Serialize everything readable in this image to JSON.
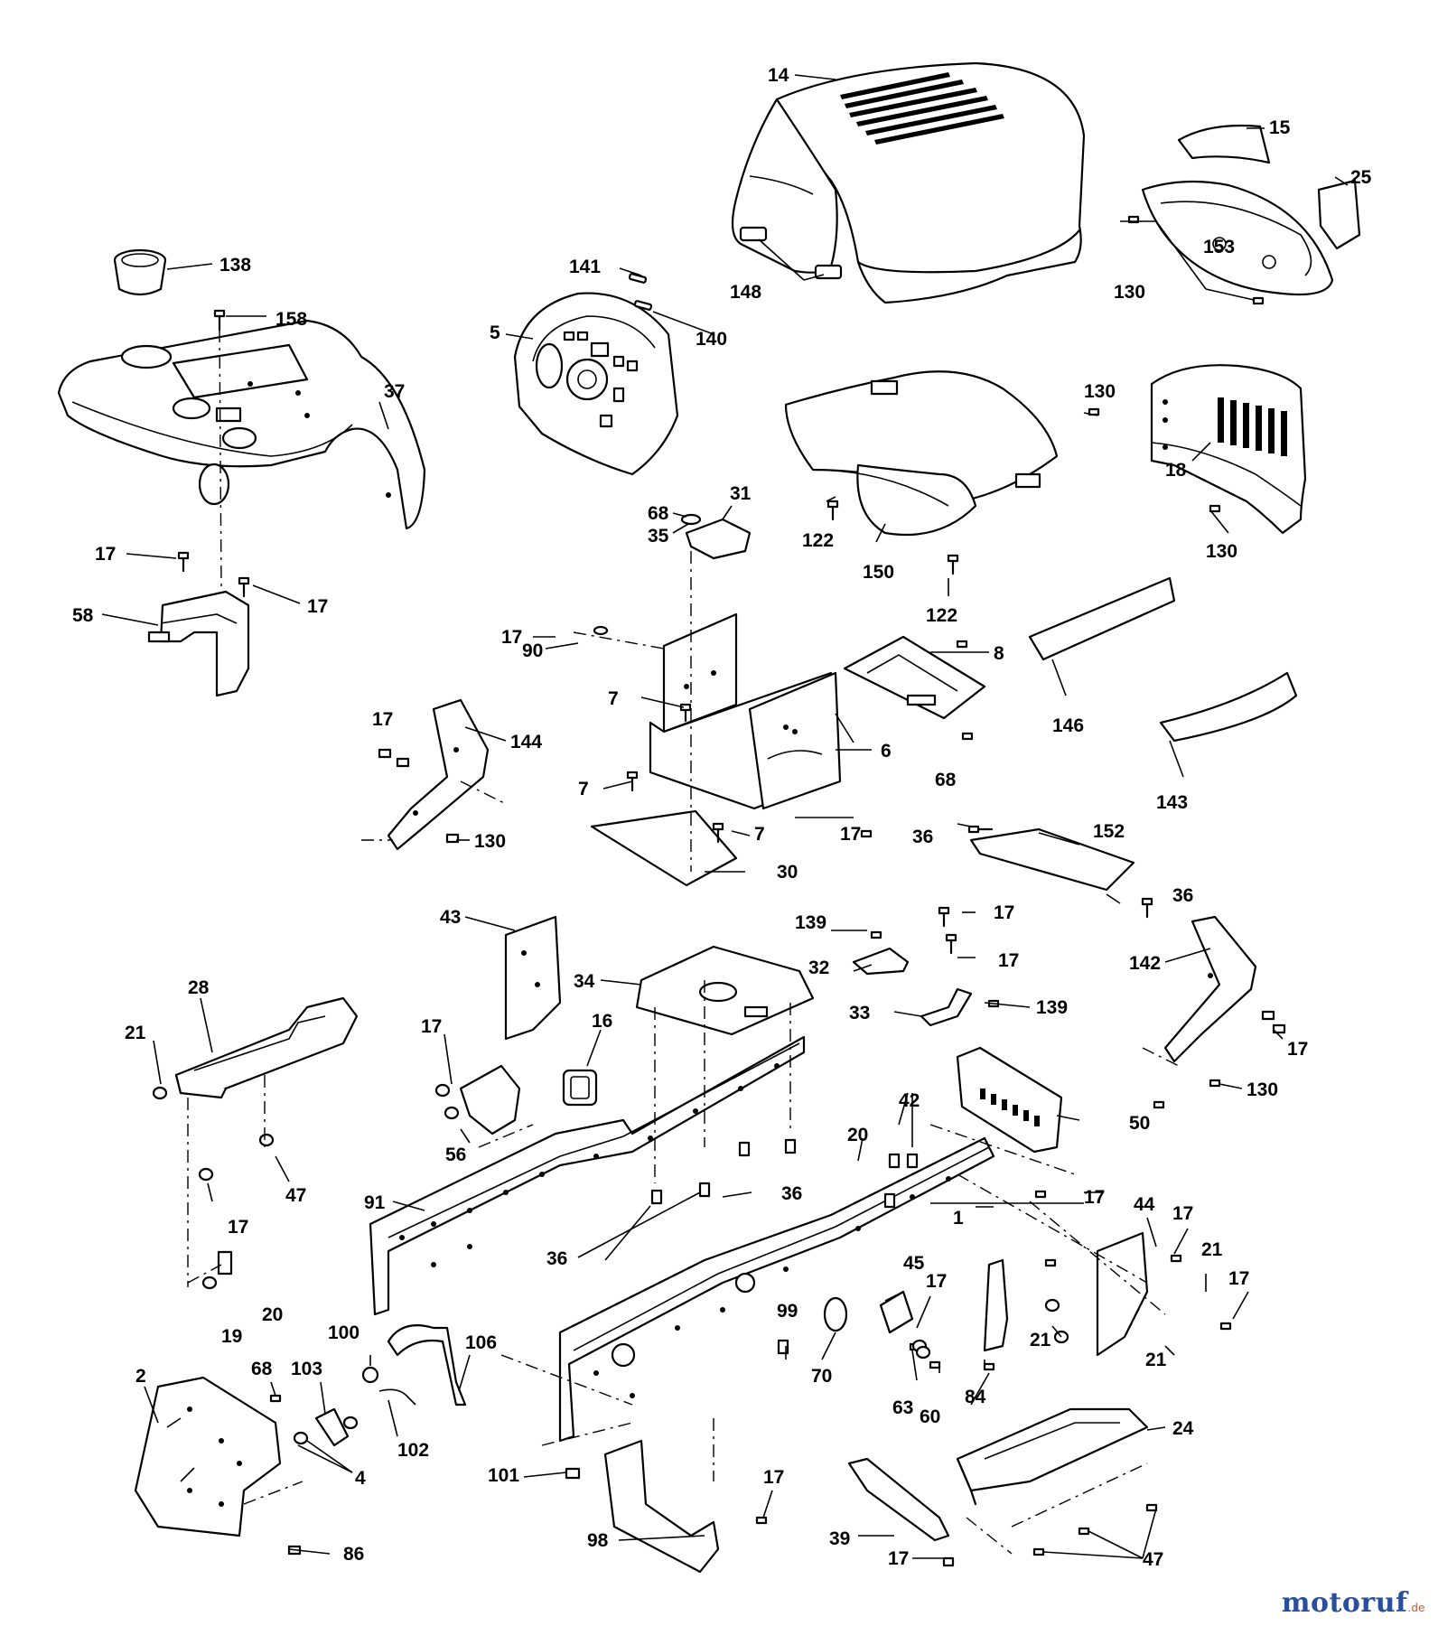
{
  "watermark": {
    "brand": "motoruf",
    "suffix": ".de"
  },
  "callouts": [
    "14",
    "15",
    "25",
    "153",
    "130",
    "148",
    "141",
    "140",
    "5",
    "138",
    "158",
    "37",
    "17",
    "58",
    "68",
    "35",
    "31",
    "150",
    "122",
    "18",
    "8",
    "146",
    "143",
    "90",
    "7",
    "6",
    "30",
    "144",
    "152",
    "36",
    "139",
    "32",
    "33",
    "142",
    "43",
    "34",
    "28",
    "21",
    "16",
    "56",
    "47",
    "91",
    "42",
    "50",
    "20",
    "1",
    "44",
    "19",
    "100",
    "99",
    "106",
    "45",
    "70",
    "63",
    "60",
    "84",
    "2",
    "103",
    "4",
    "102",
    "86",
    "101",
    "98",
    "39",
    "24"
  ]
}
